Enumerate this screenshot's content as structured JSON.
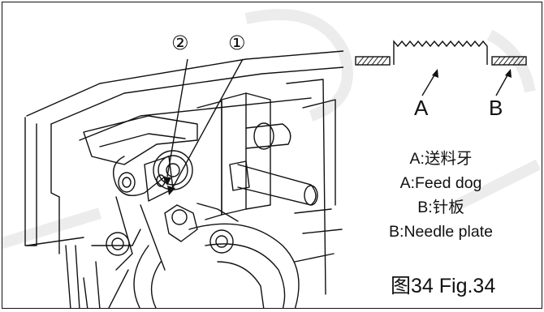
{
  "callouts": {
    "first": "①",
    "second": "②"
  },
  "inset": {
    "label_a": "A",
    "label_b": "B"
  },
  "legend": {
    "lines": [
      "A:送料牙",
      "A:Feed dog",
      "B:针板",
      "B:Needle plate"
    ]
  },
  "caption": "图34 Fig.34",
  "colors": {
    "ink": "#111111",
    "watermark": "#e6e6e6"
  }
}
